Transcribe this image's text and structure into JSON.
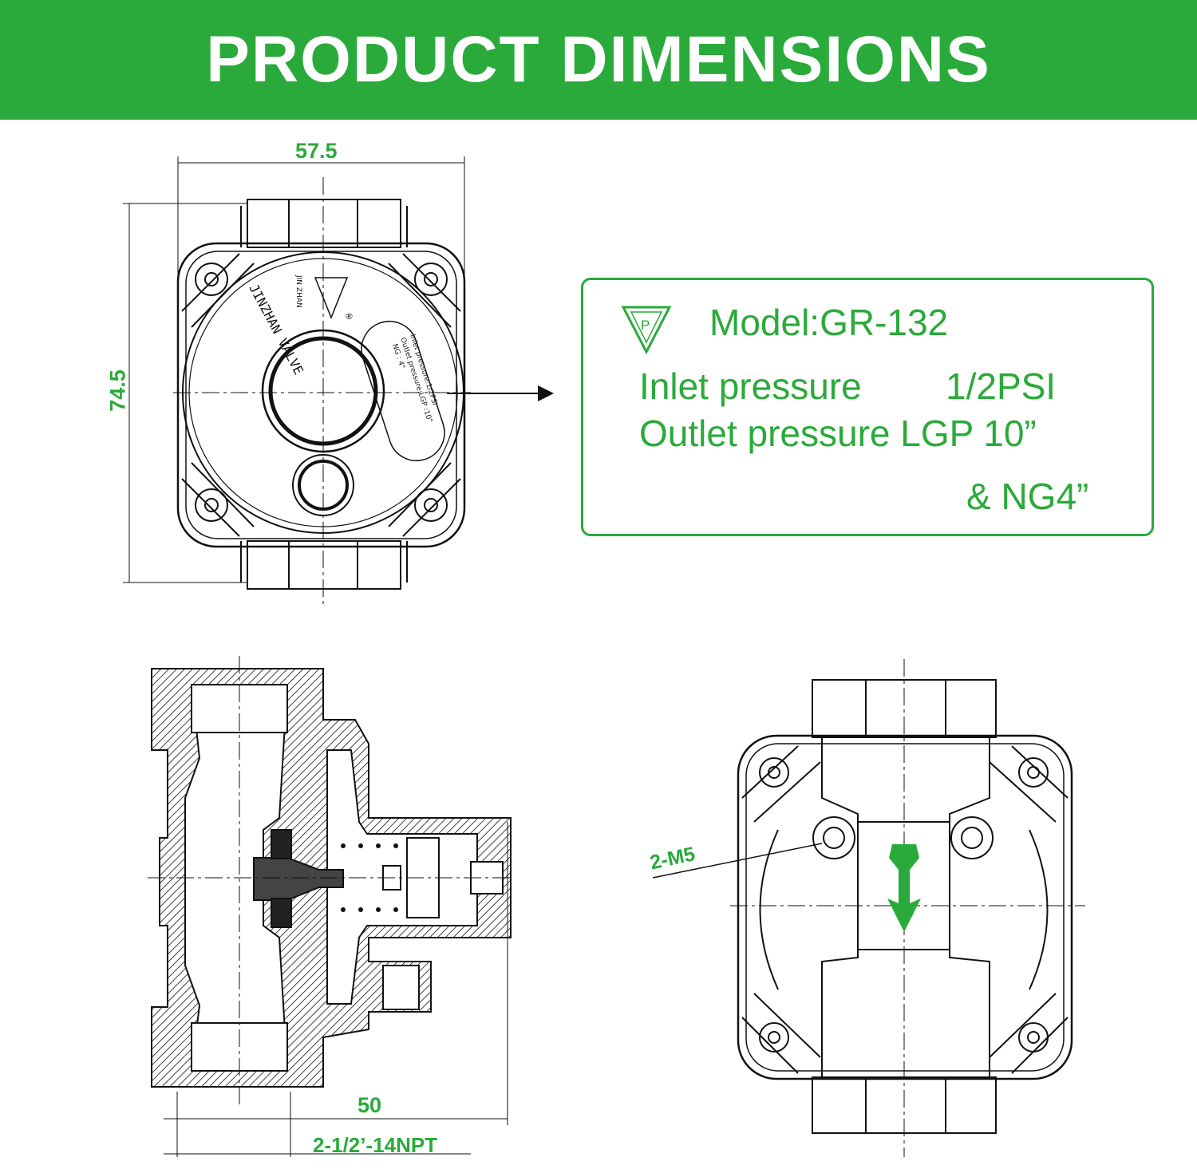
{
  "header": {
    "title": "PRODUCT DIMENSIONS",
    "background_color": "#2aaa3a"
  },
  "accent_color": "#2aaa3a",
  "top_view": {
    "width_dim": "57.5",
    "height_dim": "74.5",
    "brand_line_1": "JINZHAN VALVE",
    "brand_line_2": "JIN ZHAN",
    "registered_mark": "®",
    "label_line_1": "Inlet pressure:1/2PSI",
    "label_line_2": "Outlet pressure:LGP :10\"",
    "label_line_3": "NG : 4\""
  },
  "spec_box": {
    "logo_letter": "P",
    "model": "Model:GR-132",
    "inlet_label": "Inlet pressure",
    "inlet_value": "1/2PSI",
    "outlet_line": "Outlet pressure LGP 10”",
    "outlet_line_2": "& NG4”"
  },
  "section_view": {
    "depth_dim": "50",
    "thread_dim": "2-1/2’-14NPT"
  },
  "bottom_view": {
    "screw_dim": "2-M5"
  }
}
